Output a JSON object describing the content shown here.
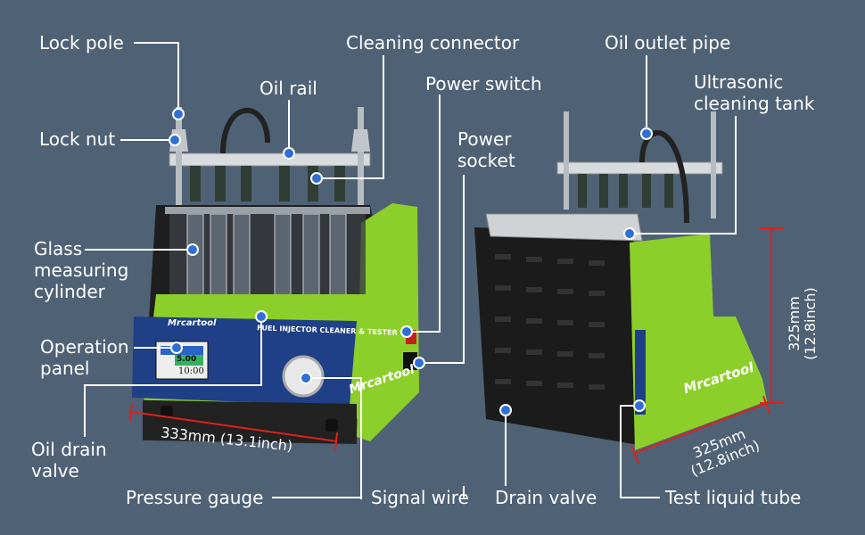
{
  "labels": {
    "lock_pole": "Lock pole",
    "cleaning_connector": "Cleaning connector",
    "oil_rail": "Oil rail",
    "power_switch": "Power switch",
    "power_socket_1": "Power",
    "power_socket_2": "socket",
    "lock_nut": "Lock nut",
    "glass_1": "Glass",
    "glass_2": "measuring",
    "glass_3": "cylinder",
    "operation_1": "Operation",
    "operation_2": "panel",
    "oil_drain_1": "Oil drain",
    "oil_drain_2": "valve",
    "pressure_gauge": "Pressure gauge",
    "signal_wire": "Signal wire",
    "drain_valve": "Drain valve",
    "test_liquid_tube": "Test liquid tube",
    "oil_outlet_pipe": "Oil outlet pipe",
    "ultrasonic_1": "Ultrasonic",
    "ultrasonic_2": "cleaning tank"
  },
  "dimensions": {
    "front_width": "333mm (13.1inch)",
    "height_mm": "325mm",
    "height_in": "(12.8inch)",
    "depth_mm": "325mm",
    "depth_in": "(12.8inch)"
  },
  "panel": {
    "brand": "Mrcartool",
    "title": "FUEL INJECTOR CLEANER & TESTER",
    "display_value": "5.00",
    "display_time": "10:00"
  },
  "colors": {
    "background": "#4f6175",
    "body_green": "#8ccf2a",
    "panel_blue": "#1f3f86",
    "leader": "#ffffff",
    "dot": "#2f6fd6",
    "dimension": "#e0201c"
  }
}
